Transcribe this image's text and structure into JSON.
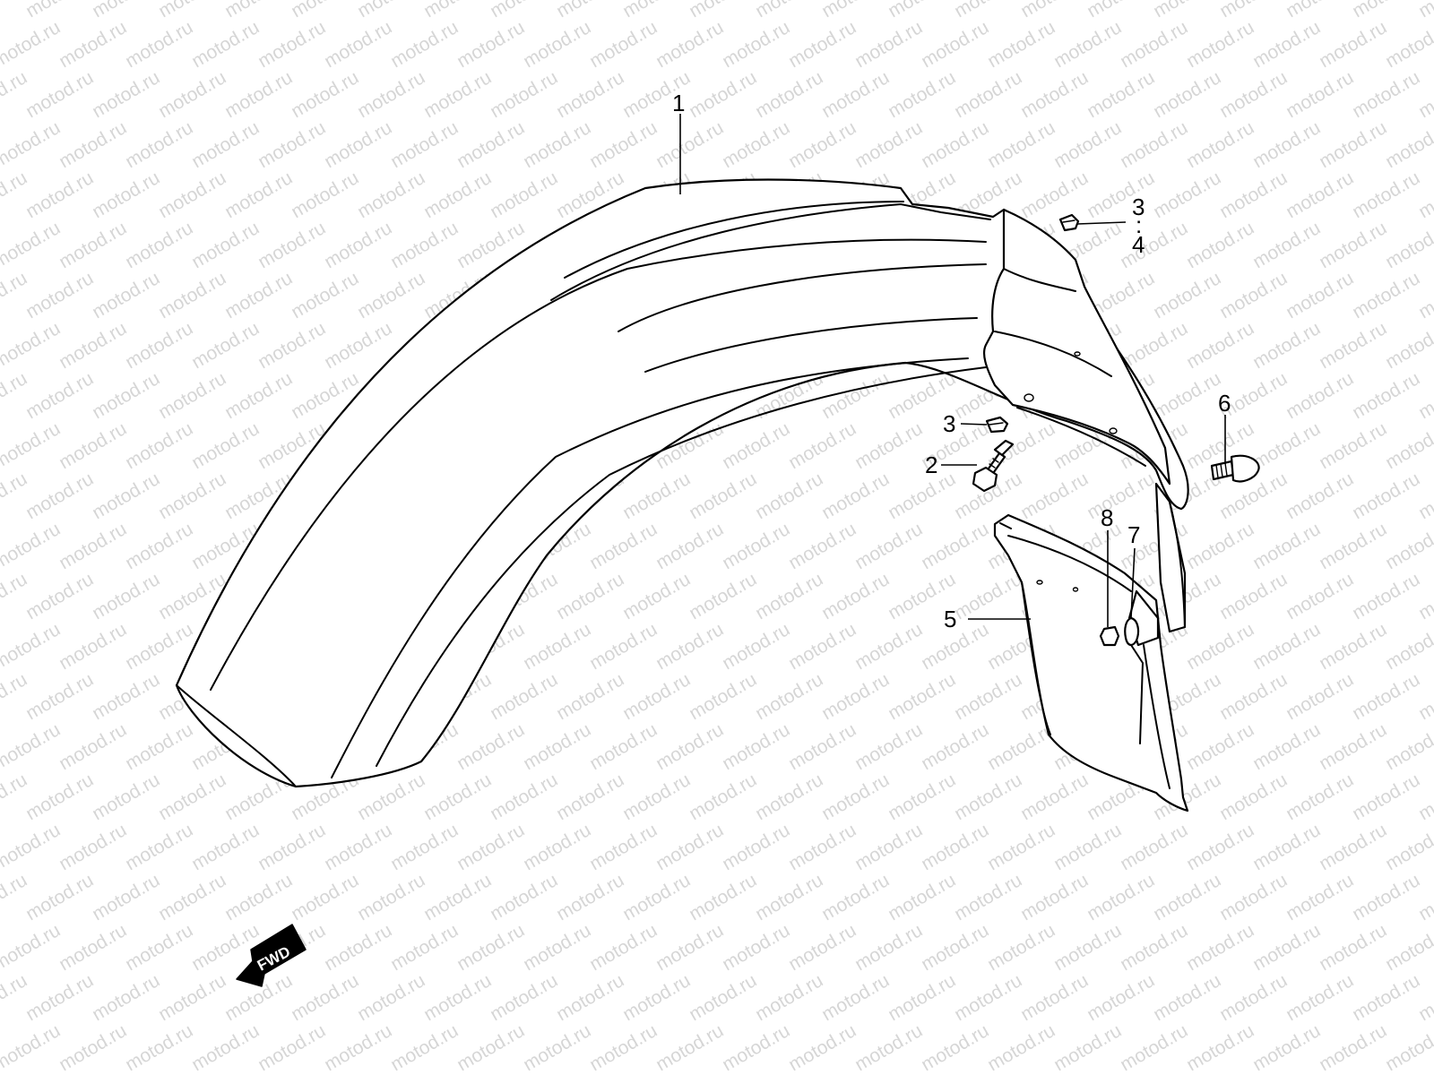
{
  "watermark": {
    "text": "motod.ru"
  },
  "parts": [
    {
      "id": "1",
      "label": "1",
      "name": "front fender"
    },
    {
      "id": "2",
      "label": "2",
      "name": "bolt"
    },
    {
      "id": "3a",
      "label": "3",
      "name": "nut (upper)"
    },
    {
      "id": "3b",
      "label": "3",
      "name": "nut (lower)"
    },
    {
      "id": "4",
      "label": "4",
      "name": "washer"
    },
    {
      "id": "5",
      "label": "5",
      "name": "mud flap"
    },
    {
      "id": "6",
      "label": "6",
      "name": "screw"
    },
    {
      "id": "7",
      "label": "7",
      "name": "clip"
    },
    {
      "id": "8",
      "label": "8",
      "name": "nut"
    }
  ],
  "callouts": {
    "c1": "1",
    "c2": "2",
    "c3a": "3",
    "c3b": "3",
    "c4": "4",
    "c5": "5",
    "c6": "6",
    "c7": "7",
    "c8": "8",
    "colon": ":"
  },
  "direction": {
    "label": "FWD"
  }
}
